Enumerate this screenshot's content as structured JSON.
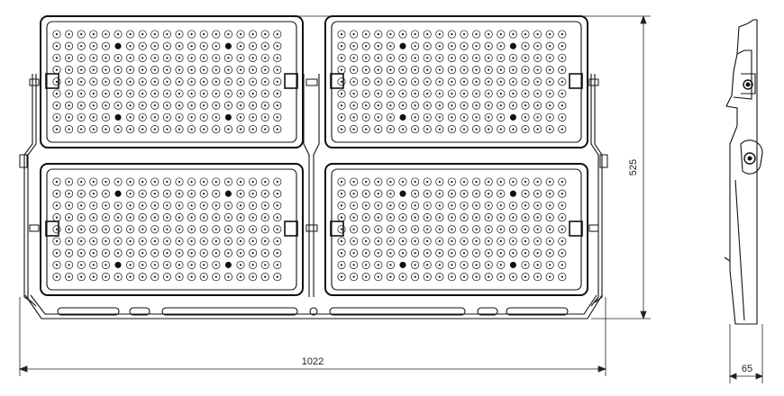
{
  "dimensions": {
    "overall_width": "1022",
    "overall_height": "525",
    "depth": "65"
  }
}
